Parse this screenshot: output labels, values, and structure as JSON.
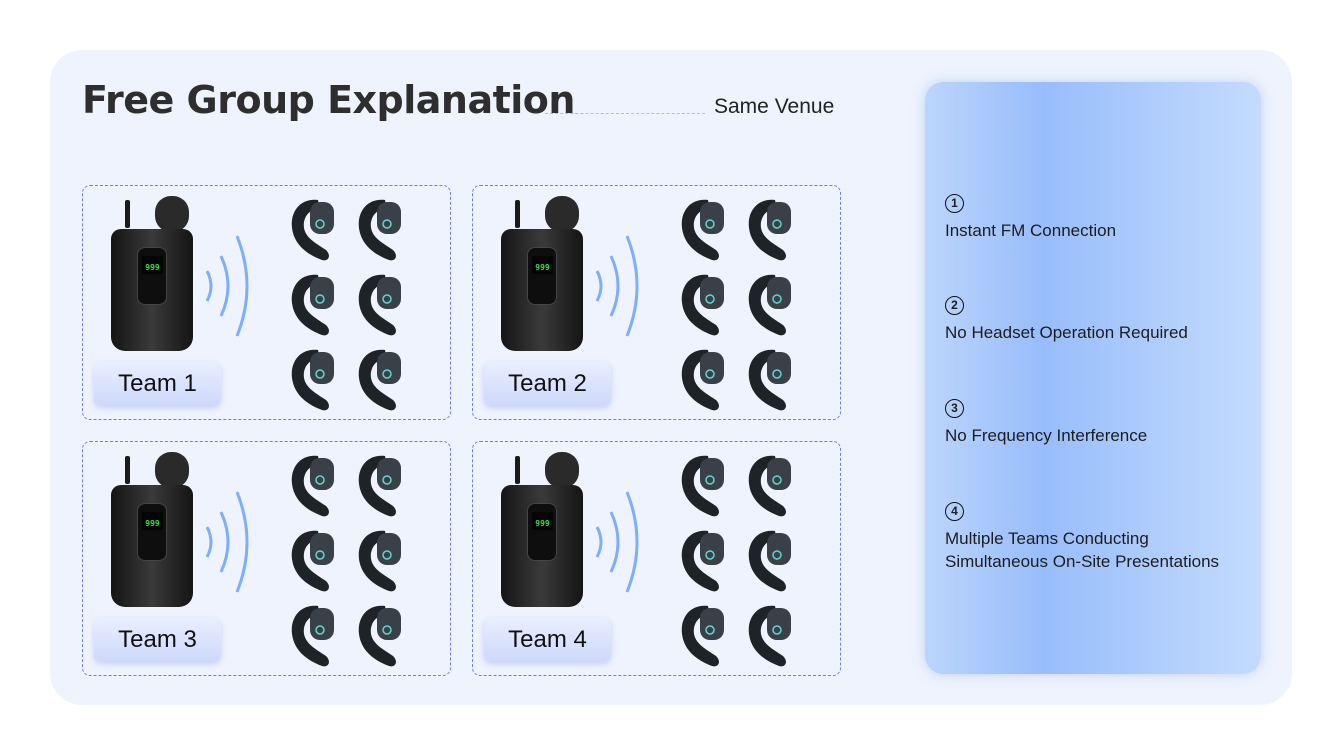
{
  "header": {
    "title": "Free Group Explanation",
    "venue": "Same Venue"
  },
  "teams": [
    {
      "label": "Team 1"
    },
    {
      "label": "Team 2"
    },
    {
      "label": "Team 3"
    },
    {
      "label": "Team 4"
    }
  ],
  "transmitter": {
    "display": "999"
  },
  "features": [
    {
      "number": "1",
      "text": "Instant FM Connection"
    },
    {
      "number": "2",
      "text": "No Headset Operation Required"
    },
    {
      "number": "3",
      "text": "No Frequency Interference"
    },
    {
      "number": "4",
      "text": "Multiple Teams Conducting\nSimultaneous On-Site Presentations"
    }
  ],
  "colors": {
    "accent": "#6b7fe0",
    "panel": "#a9c9fc",
    "background": "#eef3fd"
  }
}
